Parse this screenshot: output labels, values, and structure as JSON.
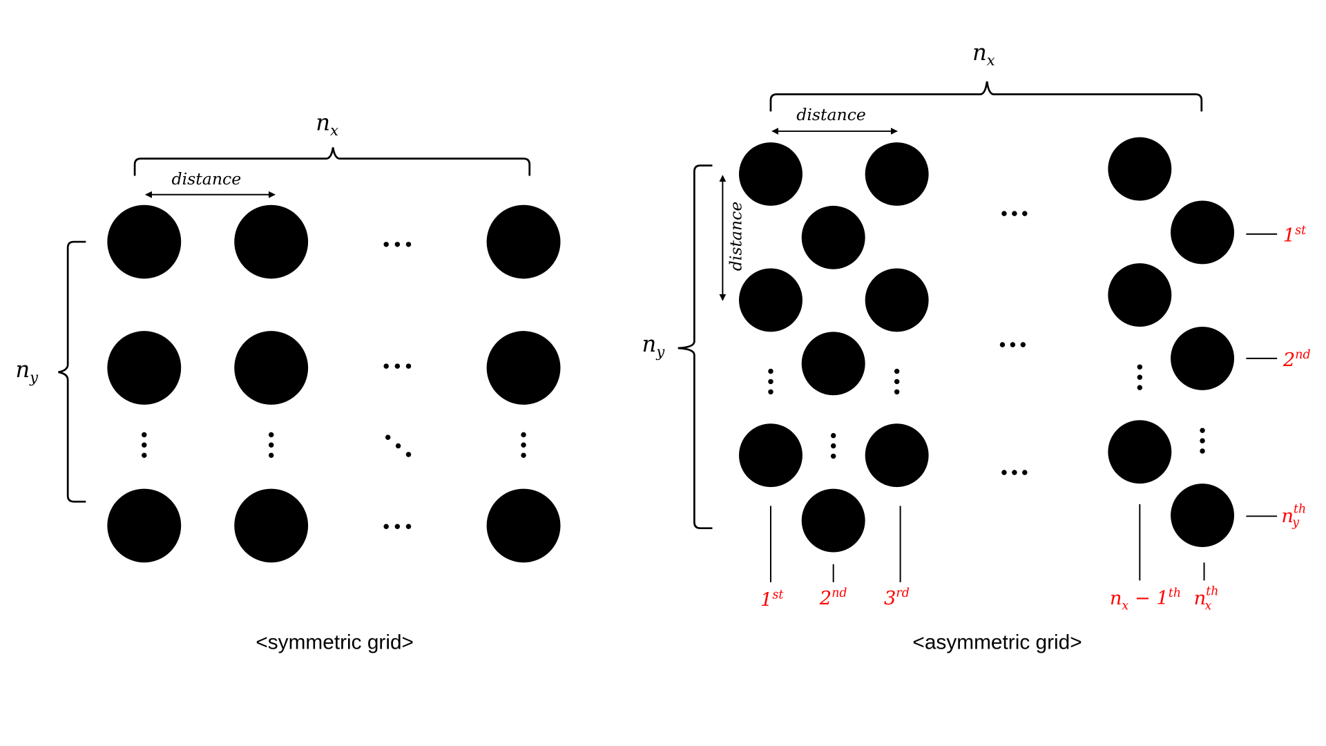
{
  "symmetric": {
    "caption": "<symmetric grid>",
    "nx_label": "n",
    "nx_sub": "x",
    "ny_label": "n",
    "ny_sub": "y",
    "distance_label": "distance",
    "ellipsis_h": "⋯",
    "ellipsis_v": "⋮",
    "ellipsis_d": "⋱"
  },
  "asymmetric": {
    "caption": "<asymmetric grid>",
    "nx_label": "n",
    "nx_sub": "x",
    "ny_label": "n",
    "ny_sub": "y",
    "distance_h_label": "distance",
    "distance_v_label": "distance",
    "ellipsis_h": "⋯",
    "ellipsis_v": "⋮",
    "row_labels": [
      {
        "base": "1",
        "sup": "st"
      },
      {
        "base": "2",
        "sup": "nd"
      },
      {
        "base": "n",
        "sub": "y",
        "sup": "th"
      }
    ],
    "column_labels": [
      {
        "base": "1",
        "sup": "st"
      },
      {
        "base": "2",
        "sup": "nd"
      },
      {
        "base": "3",
        "sup": "rd"
      },
      {
        "base": "n",
        "sub": "x",
        "mid": " − 1",
        "sup": "th"
      },
      {
        "base": "n",
        "sub": "x",
        "sup": "th"
      }
    ]
  },
  "colors": {
    "node": "#000000",
    "annotation": "#ff0000"
  }
}
